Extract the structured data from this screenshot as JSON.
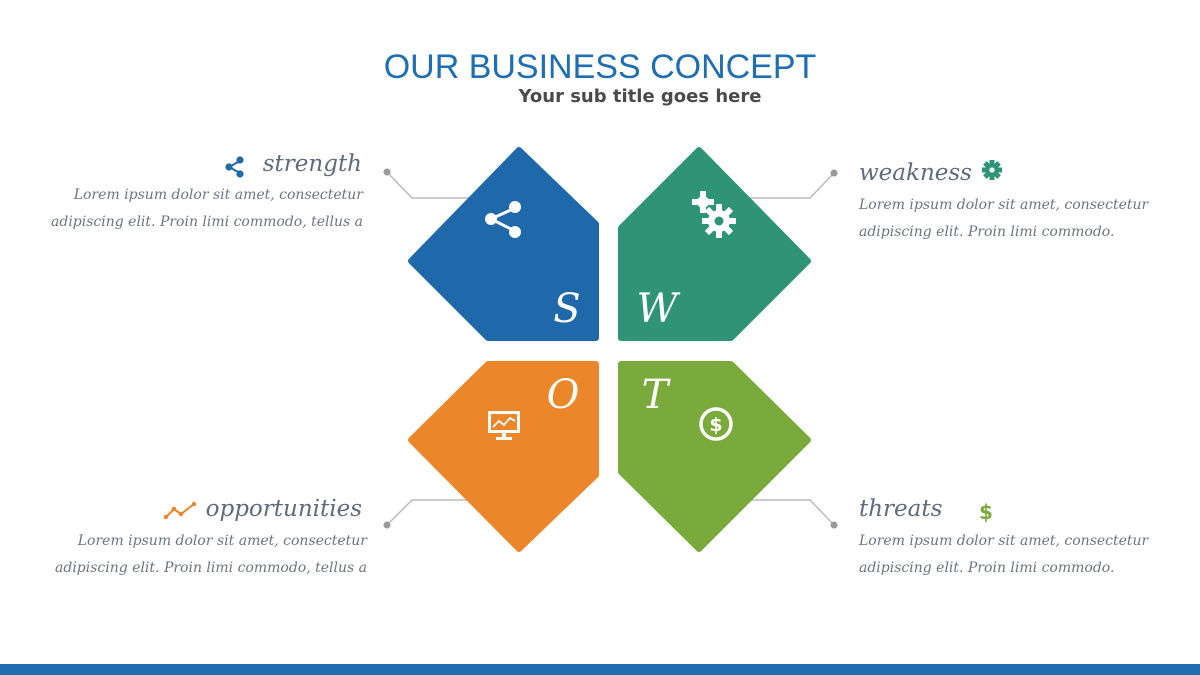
{
  "slide": {
    "title": "OUR BUSINESS CONCEPT",
    "subtitle": "Your sub title goes here"
  },
  "quadrants": {
    "strength": {
      "letter": "S",
      "heading": "strength",
      "text": "Lorem ipsum dolor sit amet, consectetur adipiscing elit. Proin  limi commodo, tellus a",
      "color": "#1f69ab",
      "icon": "share-icon"
    },
    "weakness": {
      "letter": "W",
      "heading": "weakness",
      "text": "Lorem ipsum dolor sit amet, consectetur adipiscing elit. Proin  limi commodo.",
      "color": "#2e9475",
      "icon": "gears-icon"
    },
    "opportunities": {
      "letter": "O",
      "heading": "opportunities",
      "text": "Lorem ipsum dolor sit amet, consectetur adipiscing elit. Proin  limi commodo, tellus a",
      "color": "#ec862b",
      "icon": "presentation-chart-icon"
    },
    "threats": {
      "letter": "T",
      "heading": "threats",
      "text": "Lorem ipsum dolor sit amet, consectetur adipiscing elit. Proin  limi commodo.",
      "color": "#7aaa3c",
      "icon": "dollar-icon"
    }
  },
  "colors": {
    "accent": "#1f6db3",
    "connector": "#bbbbbb",
    "text": "#6b7580"
  }
}
